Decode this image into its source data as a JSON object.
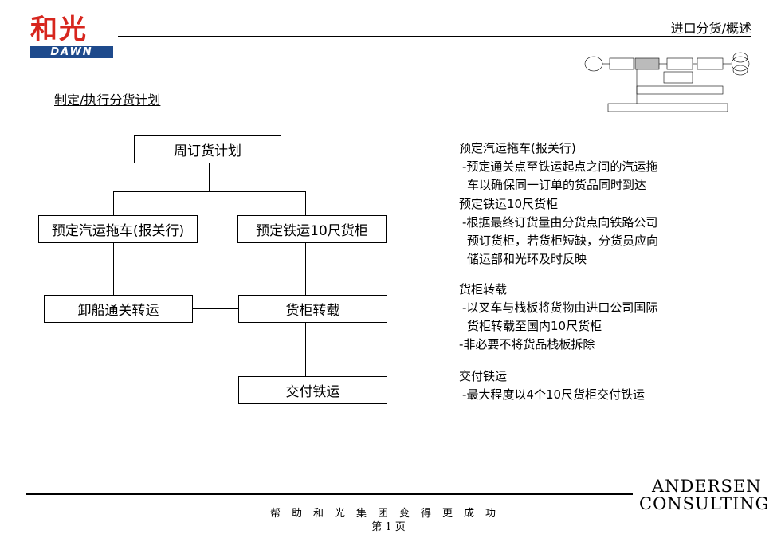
{
  "header": {
    "logo_cn": "和光",
    "logo_en": "DAWN",
    "title": "进口分货/概述"
  },
  "subtitle": "制定/执行分货计划",
  "flow": {
    "weekly_plan": "周订货计划",
    "truck_booking": "预定汽运拖车(报关行)",
    "rail_booking": "预定铁运10尺货柜",
    "unload_customs": "卸船通关转运",
    "container_transfer": "货柜转载",
    "rail_delivery": "交付铁运"
  },
  "notes": [
    {
      "heading": "预定汽运拖车(报关行)",
      "lines": [
        "预定通关点至铁运起点之间的汽运拖",
        "车以确保同一订单的货品同时到达"
      ]
    },
    {
      "heading": "预定铁运10尺货柜",
      "lines": [
        "根据最终订货量由分货点向铁路公司",
        "预订货柜，若货柜短缺，分货员应向",
        "储运部和光环及时反映"
      ]
    },
    {
      "heading": "货柜转载",
      "lines": [
        "以叉车与栈板将货物由进口公司国际",
        "货柜转载至国内10尺货柜",
        "非必要不将货品栈板拆除"
      ]
    },
    {
      "heading": "交付铁运",
      "lines": [
        "最大程度以4个10尺货柜交付铁运"
      ]
    }
  ],
  "footer": {
    "slogan": "帮助和光集团变得更成功",
    "page": "第  1 页",
    "brand_line1": "ANDERSEN",
    "brand_line2": "CONSULTING"
  }
}
